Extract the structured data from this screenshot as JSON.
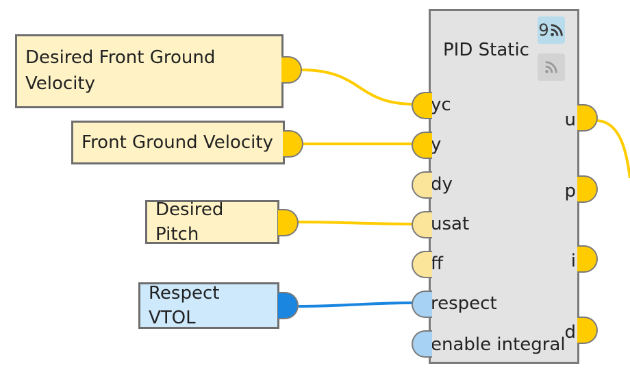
{
  "source_nodes": [
    {
      "id": "desired_front_ground_velocity",
      "label_line1": "Desired Front Ground",
      "label_line2": "Velocity"
    },
    {
      "id": "front_ground_velocity",
      "label": "Front Ground Velocity"
    },
    {
      "id": "desired_pitch",
      "label": "Desired Pitch"
    },
    {
      "id": "respect_vtol",
      "label": "Respect VTOL"
    }
  ],
  "pid_block": {
    "title": "PID Static",
    "count_badge": "9",
    "count_icon": "feed-icon",
    "secondary_icon": "feed-icon",
    "inputs": [
      "yc",
      "y",
      "dy",
      "usat",
      "ff",
      "respect",
      "enable integral"
    ],
    "outputs": [
      "u",
      "p",
      "i",
      "d"
    ]
  },
  "connections": [
    {
      "from": "Desired Front Ground Velocity",
      "to": "yc"
    },
    {
      "from": "Front Ground Velocity",
      "to": "y"
    },
    {
      "from": "Desired Pitch",
      "to": "usat"
    },
    {
      "from": "Respect VTOL",
      "to": "respect"
    }
  ],
  "colors": {
    "numeric_wire": "#ffcc00",
    "boolean_wire": "#1a86e0",
    "numeric_node": "#fff3c6",
    "boolean_node": "#cde9fb",
    "block_fill": "#e3e3e3"
  }
}
